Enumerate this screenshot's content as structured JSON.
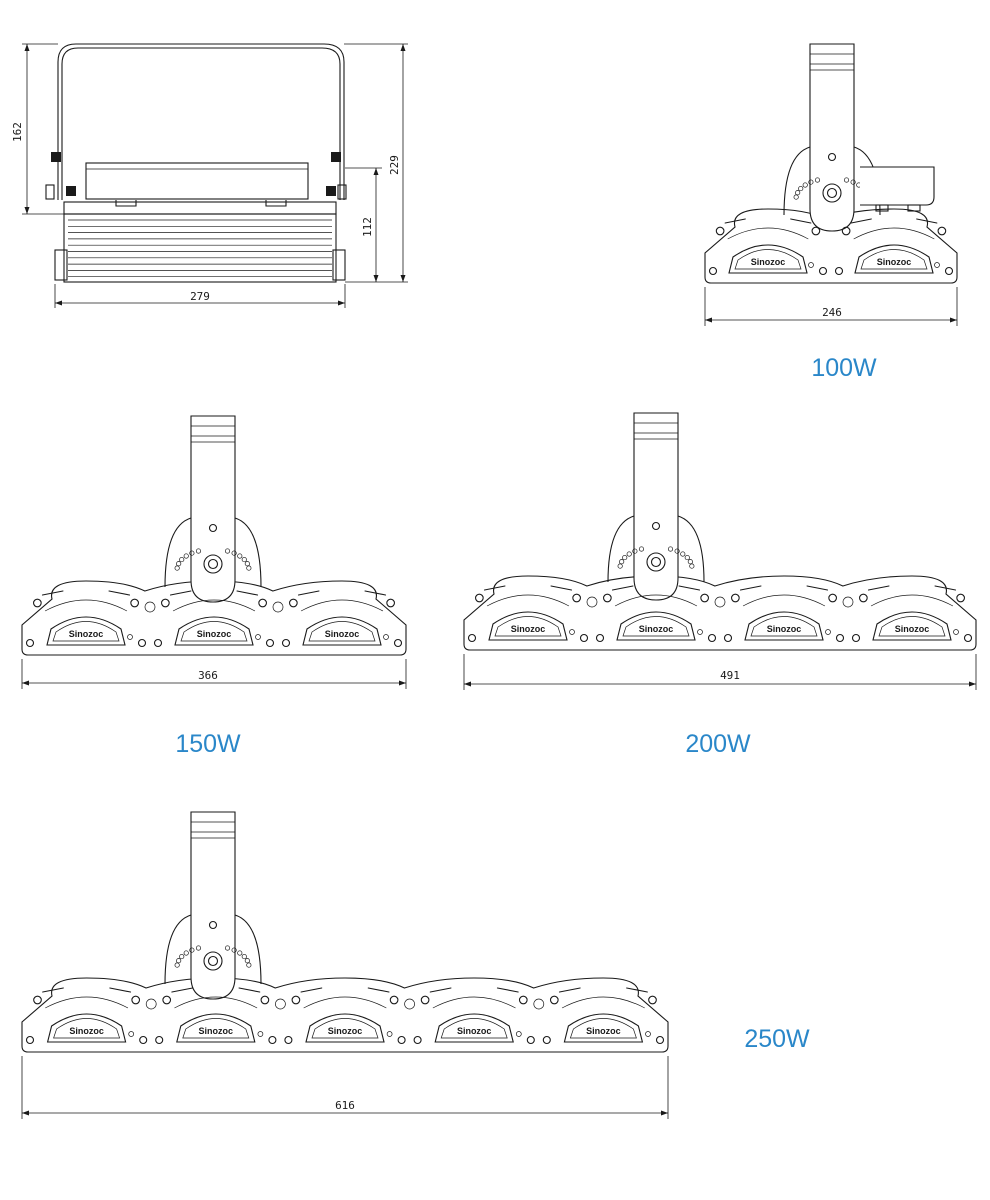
{
  "dimensions": {
    "side_width": "279",
    "side_total_height": "229",
    "side_bracket_height": "162",
    "side_body_height": "112"
  },
  "brand": "Sinozoc",
  "colors": {
    "line": "#1a1a1a",
    "watt_label": "#2a87c9"
  },
  "models": [
    {
      "watt": "100W",
      "width": "246",
      "modules": 2
    },
    {
      "watt": "150W",
      "width": "366",
      "modules": 3
    },
    {
      "watt": "200W",
      "width": "491",
      "modules": 4
    },
    {
      "watt": "250W",
      "width": "616",
      "modules": 5
    }
  ]
}
